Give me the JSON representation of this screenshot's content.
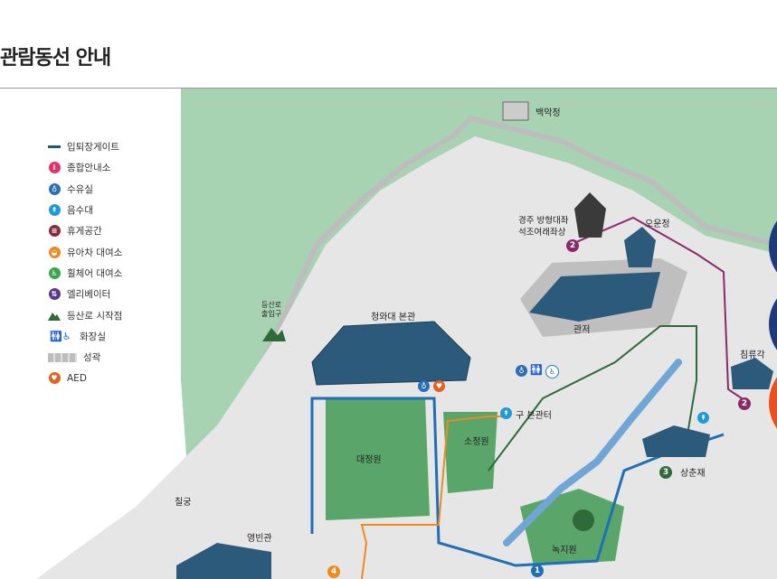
{
  "page": {
    "title": "관람동선 안내"
  },
  "legend": {
    "items": [
      {
        "label": "입퇴장게이트",
        "icon": "gate-line-icon",
        "color": "#1f5a7a"
      },
      {
        "label": "종합안내소",
        "icon": "info-icon",
        "color": "#e0336b"
      },
      {
        "label": "수유실",
        "icon": "nursing-room-icon",
        "color": "#2a6fb6"
      },
      {
        "label": "음수대",
        "icon": "water-fountain-icon",
        "color": "#1e9ad6"
      },
      {
        "label": "휴게공간",
        "icon": "rest-area-icon",
        "color": "#8a2a3a"
      },
      {
        "label": "유아차 대여소",
        "icon": "stroller-icon",
        "color": "#f08a1e"
      },
      {
        "label": "휠체어 대여소",
        "icon": "wheelchair-icon",
        "color": "#3aa64a"
      },
      {
        "label": "엘리베이터",
        "icon": "elevator-icon",
        "color": "#5a3a8a"
      },
      {
        "label": "등산로 시작점",
        "icon": "mountain-icon",
        "color": "#2f6a3a"
      },
      {
        "label": "화장실",
        "icon": "restroom-icon",
        "color": "#1e7ac6"
      },
      {
        "label": "성곽",
        "icon": "fortress-wall-icon",
        "color": "#bdbdbd"
      },
      {
        "label": "AED",
        "icon": "aed-heart-icon",
        "color": "#e8601e"
      }
    ]
  },
  "places": {
    "baegakjeong": "백악정",
    "trailhead_line1": "등산로",
    "trailhead_line2": "출입구",
    "main_building": "청와대 본관",
    "statue_line1": "경주 방형대좌",
    "statue_line2": "석조여래좌상",
    "ounjeong": "오운정",
    "gwanjeo": "관저",
    "chimryugak": "침류각",
    "old_building": "구 본관터",
    "sojeongwon": "소정원",
    "daejeongwon": "대정원",
    "sangchunjae": "상춘재",
    "nokjiwon": "녹지원",
    "chilgung": "칠궁",
    "yeongbingwan": "영빈관"
  },
  "badges": {
    "b1": "1",
    "b2a": "2",
    "b2b": "2",
    "b3": "3",
    "b4": "4"
  },
  "colors": {
    "mountain": "#a8d3b3",
    "ground": "#e9e9e9",
    "lawn": "#5aa56a",
    "route_blue": "#1e6fb6",
    "route_purple": "#8a2a6a",
    "route_green": "#2f6a3a",
    "route_orange": "#f08a1e"
  }
}
